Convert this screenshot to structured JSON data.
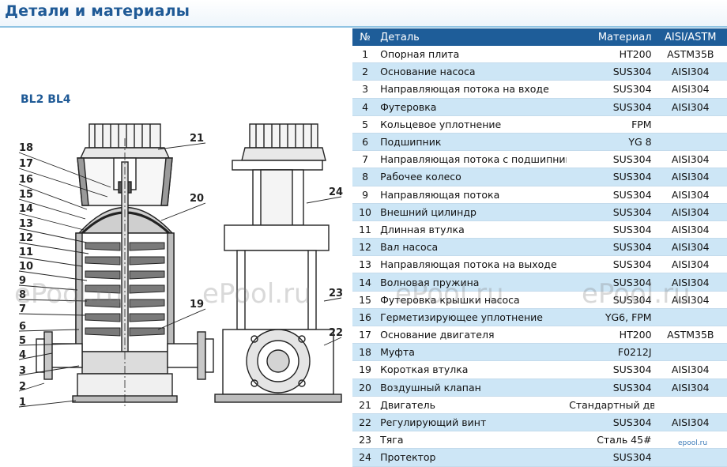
{
  "title": "Детали и материалы",
  "model": "BL2 BL4",
  "watermark": "ePool.ru",
  "corner_logo": "epool.ru",
  "callouts_left": [
    "18",
    "17",
    "16",
    "15",
    "14",
    "13",
    "12",
    "11",
    "10",
    "9",
    "8",
    "7",
    "6",
    "5",
    "4",
    "3",
    "2",
    "1"
  ],
  "callouts_right": [
    "21",
    "20",
    "19"
  ],
  "callouts_side": [
    "24",
    "23",
    "22"
  ],
  "table": {
    "headers": [
      "№",
      "Деталь",
      "Материал",
      "AISI/ASTM"
    ],
    "rows": [
      [
        "1",
        "Опорная плита",
        "HT200",
        "ASTM35B"
      ],
      [
        "2",
        "Основание насоса",
        "SUS304",
        "AISI304"
      ],
      [
        "3",
        "Направляющая потока на входе",
        "SUS304",
        "AISI304"
      ],
      [
        "4",
        "Футеровка",
        "SUS304",
        "AISI304"
      ],
      [
        "5",
        "Кольцевое уплотнение",
        "FPM",
        ""
      ],
      [
        "6",
        "Подшипник",
        "YG 8",
        ""
      ],
      [
        "7",
        "Направляющая потока с подшипниками",
        "SUS304",
        "AISI304"
      ],
      [
        "8",
        "Рабочее колесо",
        "SUS304",
        "AISI304"
      ],
      [
        "9",
        "Направляющая потока",
        "SUS304",
        "AISI304"
      ],
      [
        "10",
        "Внешний цилиндр",
        "SUS304",
        "AISI304"
      ],
      [
        "11",
        "Длинная втулка",
        "SUS304",
        "AISI304"
      ],
      [
        "12",
        "Вал насоса",
        "SUS304",
        "AISI304"
      ],
      [
        "13",
        "Направляющая потока на выходе",
        "SUS304",
        "AISI304"
      ],
      [
        "14",
        "Волновая пружина",
        "SUS304",
        "AISI304"
      ],
      [
        "15",
        "Футеровка крышки насоса",
        "SUS304",
        "AISI304"
      ],
      [
        "16",
        "Герметизирующее уплотнение",
        "YG6, FPM",
        ""
      ],
      [
        "17",
        "Основание двигателя",
        "HT200",
        "ASTM35B"
      ],
      [
        "18",
        "Муфта",
        "F0212J",
        ""
      ],
      [
        "19",
        "Короткая втулка",
        "SUS304",
        "AISI304"
      ],
      [
        "20",
        "Воздушный клапан",
        "SUS304",
        "AISI304"
      ],
      [
        "21",
        "Двигатель",
        "Стандартный двигател",
        ""
      ],
      [
        "22",
        "Регулирующий винт",
        "SUS304",
        "AISI304"
      ],
      [
        "23",
        "Тяга",
        "Сталь  45#",
        ""
      ],
      [
        "24",
        "Протектор",
        "SUS304",
        ""
      ]
    ]
  }
}
